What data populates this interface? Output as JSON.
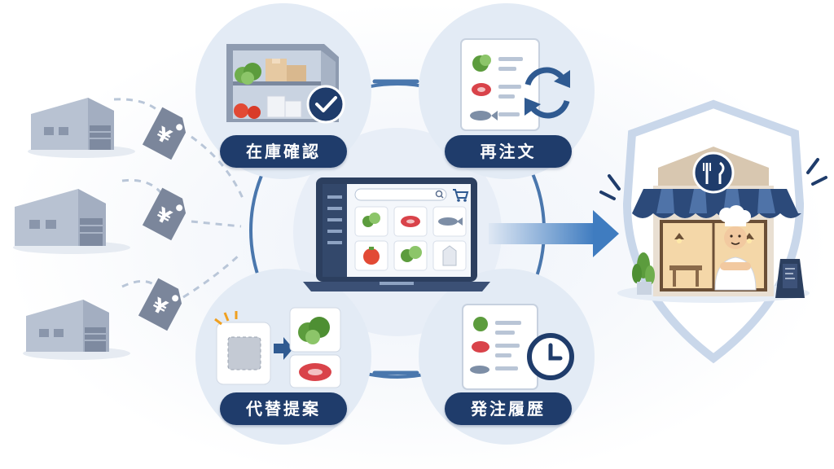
{
  "features": {
    "stock_check": {
      "label": "在庫確認"
    },
    "reorder": {
      "label": "再注文"
    },
    "alternative": {
      "label": "代替提案"
    },
    "history": {
      "label": "発注履歴"
    }
  },
  "price_tag_symbol": "¥",
  "colors": {
    "navy": "#1f3c6b",
    "accent_blue": "#3b6fb0",
    "circle_fill": "#e3ebf5",
    "warehouse_gray": "#a9b4c6",
    "arrow_blue": "#3f7cc0"
  },
  "icons": [
    "warehouse-icon",
    "price-tag-icon",
    "laptop-icon",
    "shopping-cart-icon",
    "search-icon",
    "checkmark-icon",
    "refresh-icon",
    "clock-icon",
    "fork-knife-icon",
    "chef-icon",
    "shield-icon"
  ]
}
